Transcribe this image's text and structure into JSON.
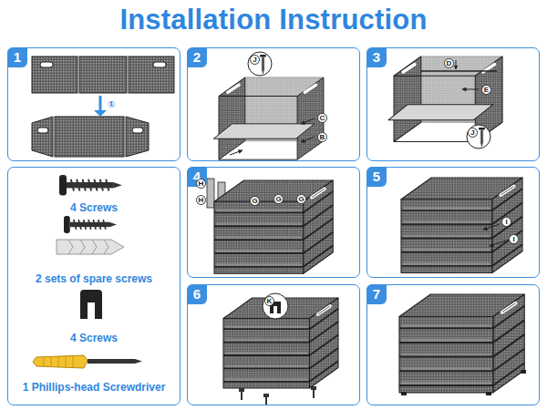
{
  "diagram": {
    "title": "Installation Instruction",
    "nodes": [
      {
        "text": [
          "1"
        ]
      },
      {
        "text": [
          "2"
        ]
      },
      {
        "text": [
          "3"
        ]
      },
      {
        "text": [
          "4 Screws",
          "2 sets of spare screws",
          "4 Screws",
          "1 Phillips-head Screwdriver"
        ]
      },
      {
        "text": [
          "4"
        ]
      },
      {
        "text": [
          "5"
        ]
      },
      {
        "text": [
          "6"
        ]
      },
      {
        "text": [
          "7"
        ]
      }
    ],
    "labels": [
      "①",
      "J",
      "C",
      "B",
      "J",
      "D",
      "E",
      "H",
      "H",
      "G",
      "G",
      "G",
      "I",
      "I",
      "K"
    ]
  }
}
